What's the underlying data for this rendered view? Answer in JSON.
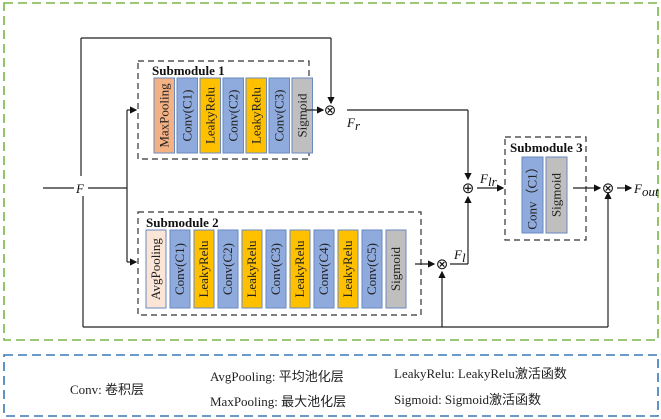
{
  "colors": {
    "outer_border": "#7ab648",
    "legend_border": "#3a78b5",
    "maxpool": "#f4b183",
    "avgpool": "#fbe5d6",
    "conv": "#8faadc",
    "leaky": "#ffc000",
    "sigmoid": "#bfbfbf",
    "block_edge": "#6a8ac0"
  },
  "submodule1": {
    "title": "Submodule 1",
    "blocks": [
      {
        "label": "MaxPooling",
        "kind": "maxpool"
      },
      {
        "label": "Conv(C1)",
        "kind": "conv"
      },
      {
        "label": "LeakyRelu",
        "kind": "leaky"
      },
      {
        "label": "Conv(C2)",
        "kind": "conv"
      },
      {
        "label": "LeakyRelu",
        "kind": "leaky"
      },
      {
        "label": "Conv(C3)",
        "kind": "conv"
      },
      {
        "label": "Sigmoid",
        "kind": "sigmoid"
      }
    ]
  },
  "submodule2": {
    "title": "Submodule 2",
    "blocks": [
      {
        "label": "AvgPooling",
        "kind": "avgpool"
      },
      {
        "label": "Conv(C1)",
        "kind": "conv"
      },
      {
        "label": "LeakyRelu",
        "kind": "leaky"
      },
      {
        "label": "Conv(C2)",
        "kind": "conv"
      },
      {
        "label": "LeakyRelu",
        "kind": "leaky"
      },
      {
        "label": "Conv(C3)",
        "kind": "conv"
      },
      {
        "label": "LeakyRelu",
        "kind": "leaky"
      },
      {
        "label": "Conv(C4)",
        "kind": "conv"
      },
      {
        "label": "LeakyRelu",
        "kind": "leaky"
      },
      {
        "label": "Conv(C5)",
        "kind": "conv"
      },
      {
        "label": "Sigmoid",
        "kind": "sigmoid"
      }
    ]
  },
  "submodule3": {
    "title": "Submodule 3",
    "blocks": [
      {
        "label": "Conv（C1）",
        "kind": "conv"
      },
      {
        "label": "Sigmoid",
        "kind": "sigmoid"
      }
    ]
  },
  "signals": {
    "input": "F",
    "fr": "F",
    "fr_sub": "r",
    "fl": "F",
    "fl_sub": "l",
    "flr": "F",
    "flr_sub": "lr",
    "out": "F",
    "out_sub": "out"
  },
  "operators": {
    "multiply": "⊗",
    "add": "⊕"
  },
  "legend": {
    "conv": "Conv:  卷积层",
    "avgpool": "AvgPooling:  平均池化层",
    "maxpool": "MaxPooling:  最大池化层",
    "leaky": "LeakyRelu:  LeakyRelu激活函数",
    "sigmoid": "Sigmoid:  Sigmoid激活函数"
  }
}
